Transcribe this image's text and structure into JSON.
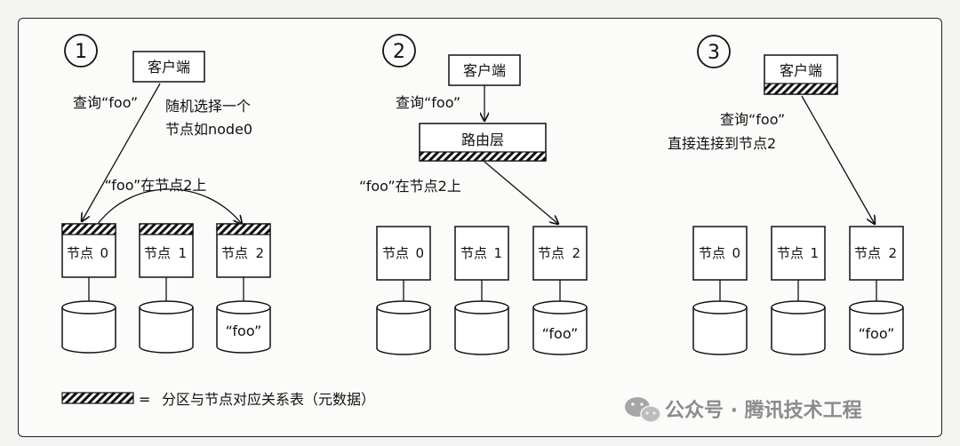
{
  "panels": [
    {
      "number": "1",
      "client": "客户端",
      "query": "查询“foo”",
      "note_line1": "随机选择一个",
      "note_line2": "节点如node0",
      "hop_note": "“foo”在节点2上",
      "nodes": [
        {
          "label": "节点",
          "index": "0",
          "metadata": true,
          "data": ""
        },
        {
          "label": "节点",
          "index": "1",
          "metadata": true,
          "data": ""
        },
        {
          "label": "节点",
          "index": "2",
          "metadata": true,
          "data": "“foo”"
        }
      ]
    },
    {
      "number": "2",
      "client": "客户端",
      "query": "查询“foo”",
      "router": "路由层",
      "route_note": "“foo”在节点2上",
      "nodes": [
        {
          "label": "节点",
          "index": "0",
          "metadata": false,
          "data": ""
        },
        {
          "label": "节点",
          "index": "1",
          "metadata": false,
          "data": ""
        },
        {
          "label": "节点",
          "index": "2",
          "metadata": false,
          "data": "“foo”"
        }
      ]
    },
    {
      "number": "3",
      "client": "客户端",
      "query": "查询“foo”",
      "direct_note": "直接连接到节点2",
      "nodes": [
        {
          "label": "节点",
          "index": "0",
          "metadata": false,
          "data": ""
        },
        {
          "label": "节点",
          "index": "1",
          "metadata": false,
          "data": ""
        },
        {
          "label": "节点",
          "index": "2",
          "metadata": false,
          "data": "“foo”"
        }
      ]
    }
  ],
  "legend": {
    "equals": "=",
    "text": "分区与节点对应关系表（元数据）"
  },
  "watermark": {
    "icon": "wechat-icon",
    "text": "公众号 · 腾讯技术工程"
  }
}
